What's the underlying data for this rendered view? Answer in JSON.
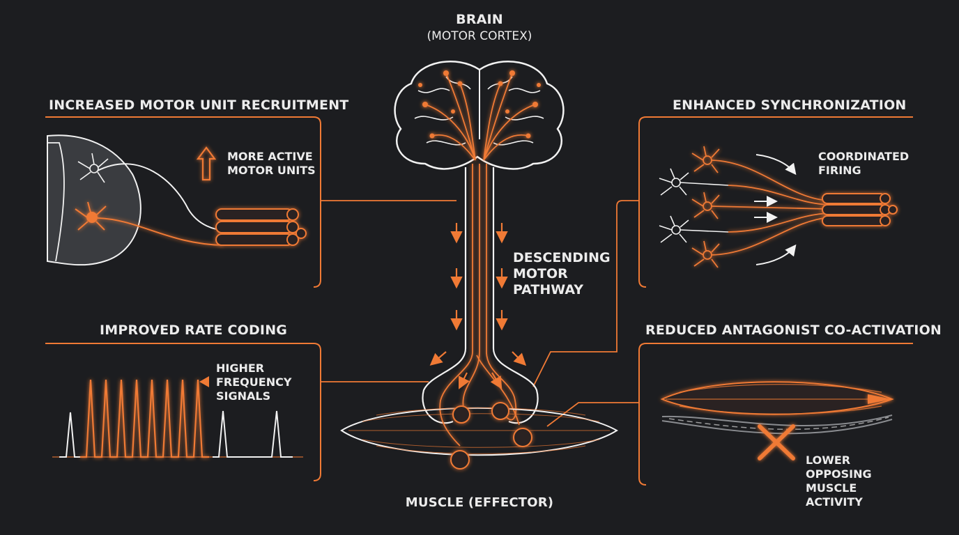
{
  "brain": {
    "title": "BRAIN",
    "subtitle": "(MOTOR CORTEX)"
  },
  "pathway_label": "DESCENDING MOTOR PATHWAY",
  "muscle_label": "MUSCLE (EFFECTOR)",
  "panels": {
    "recruitment": {
      "title": "INCREASED MOTOR UNIT RECRUITMENT",
      "note": "MORE ACTIVE MOTOR UNITS"
    },
    "rate_coding": {
      "title": "IMPROVED RATE CODING",
      "note": "HIGHER FREQUENCY SIGNALS"
    },
    "synchronization": {
      "title": "ENHANCED SYNCHRONIZATION",
      "note": "COORDINATED FIRING"
    },
    "antagonist": {
      "title": "REDUCED ANTAGONIST CO-ACTIVATION",
      "note": "LOWER OPPOSING MUSCLE ACTIVITY"
    }
  },
  "colors": {
    "background": "#1c1d20",
    "accent": "#f07a35",
    "line": "#f2f2f2",
    "text": "#ececec"
  }
}
